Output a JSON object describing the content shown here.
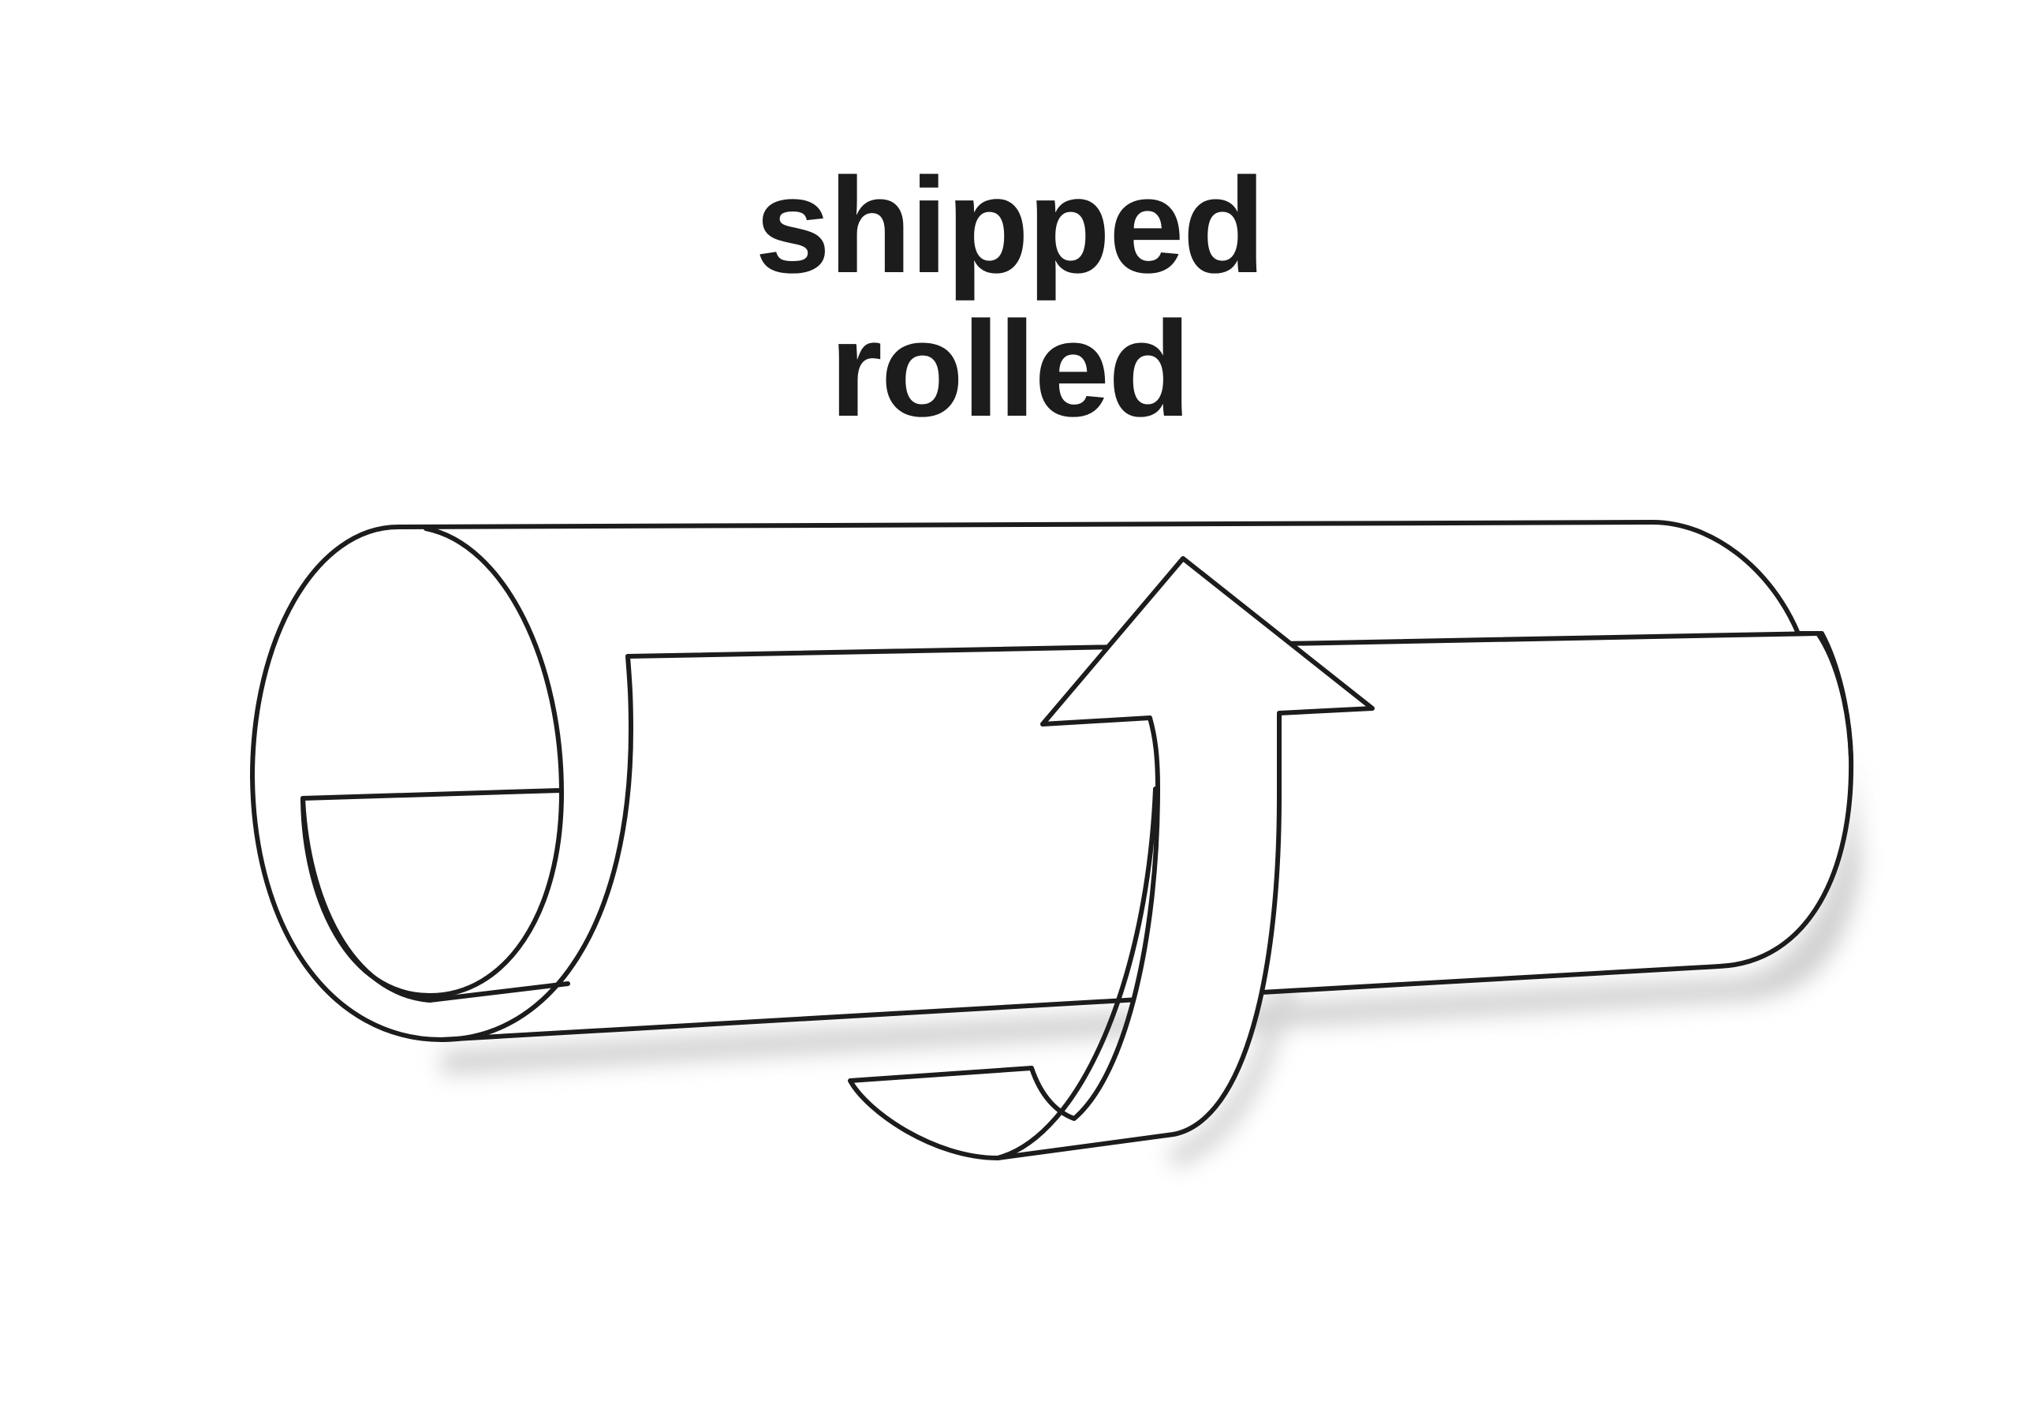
{
  "caption": {
    "line1": "shipped",
    "line2": "rolled"
  },
  "illustration": {
    "subject": "rolled-sheet",
    "stroke_color": "#1c1c1c",
    "fill_color": "#ffffff",
    "shadow_color": "#c8c8c8"
  }
}
